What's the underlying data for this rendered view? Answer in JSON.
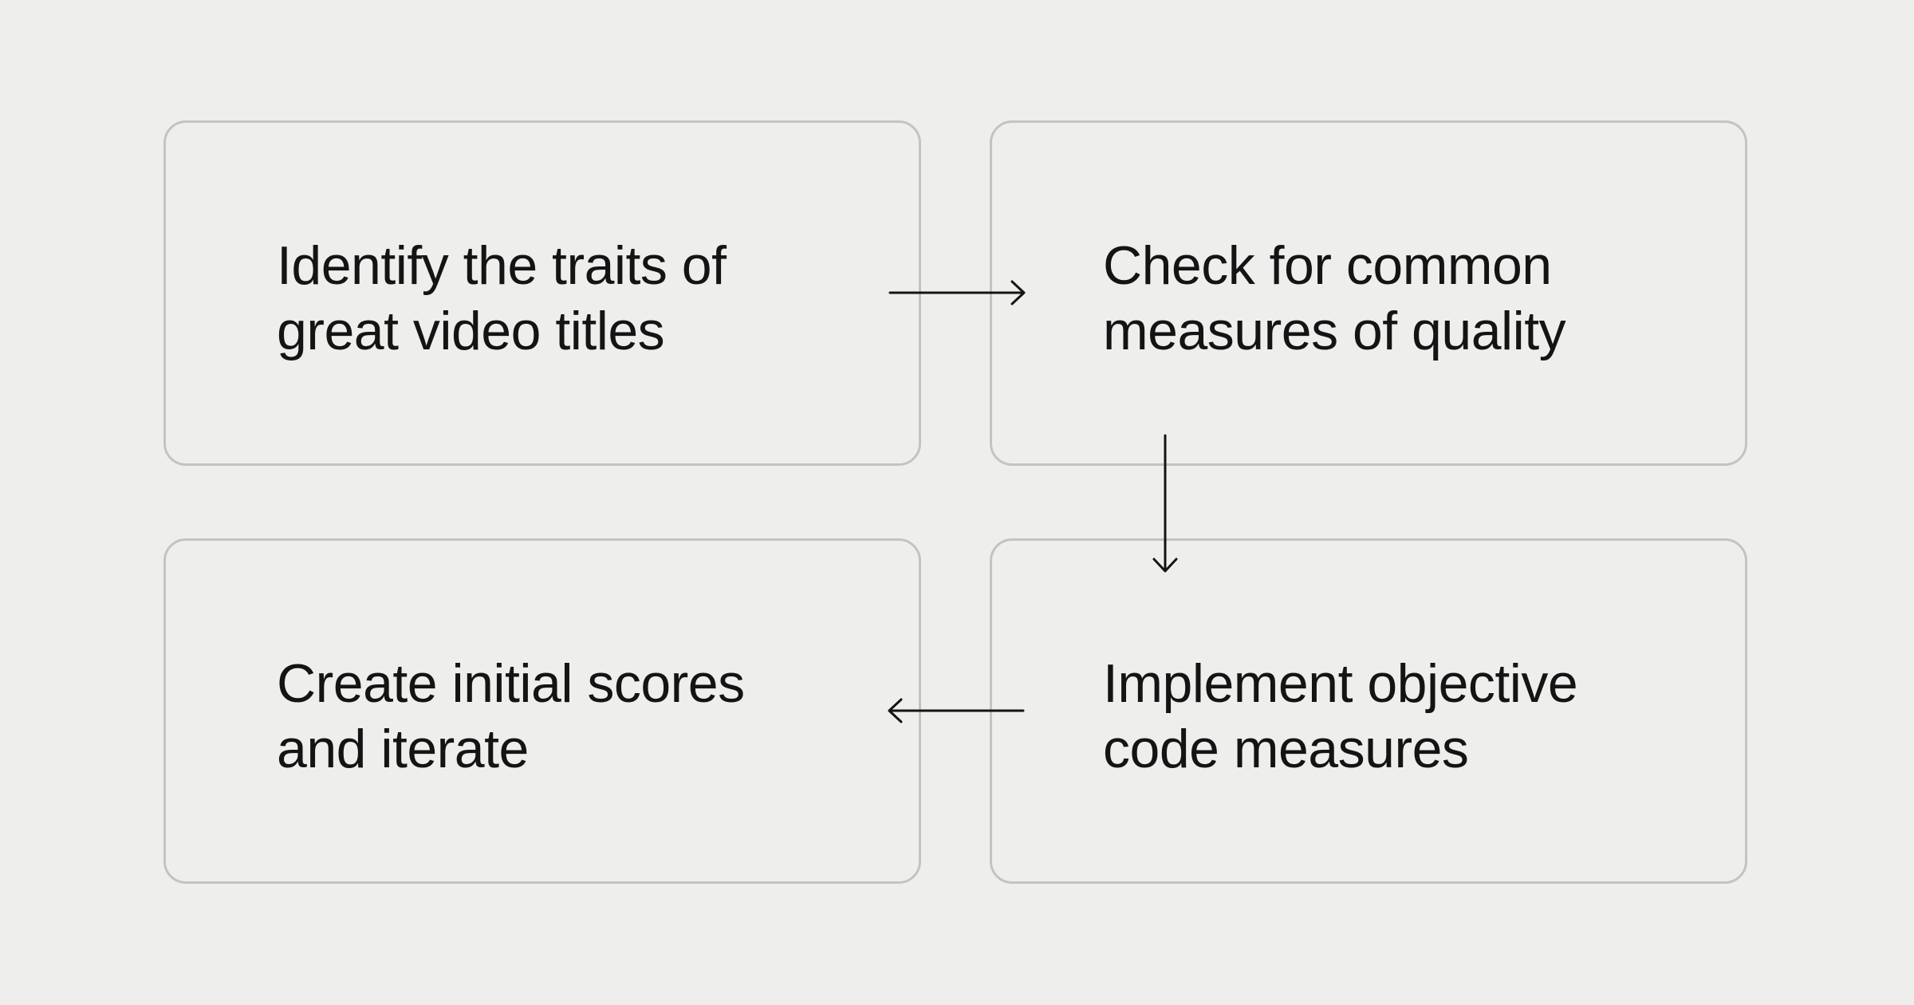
{
  "steps": [
    {
      "line1": "Identify the traits of",
      "line2": "great video titles"
    },
    {
      "line1": "Check for common",
      "line2": "measures of quality"
    },
    {
      "line1": "Implement objective",
      "line2": "code measures"
    },
    {
      "line1": "Create initial scores",
      "line2": "and iterate"
    }
  ],
  "colors": {
    "background": "#eeeeec",
    "box_border": "#c3c3c1",
    "text": "#141414",
    "arrow": "#141414"
  }
}
